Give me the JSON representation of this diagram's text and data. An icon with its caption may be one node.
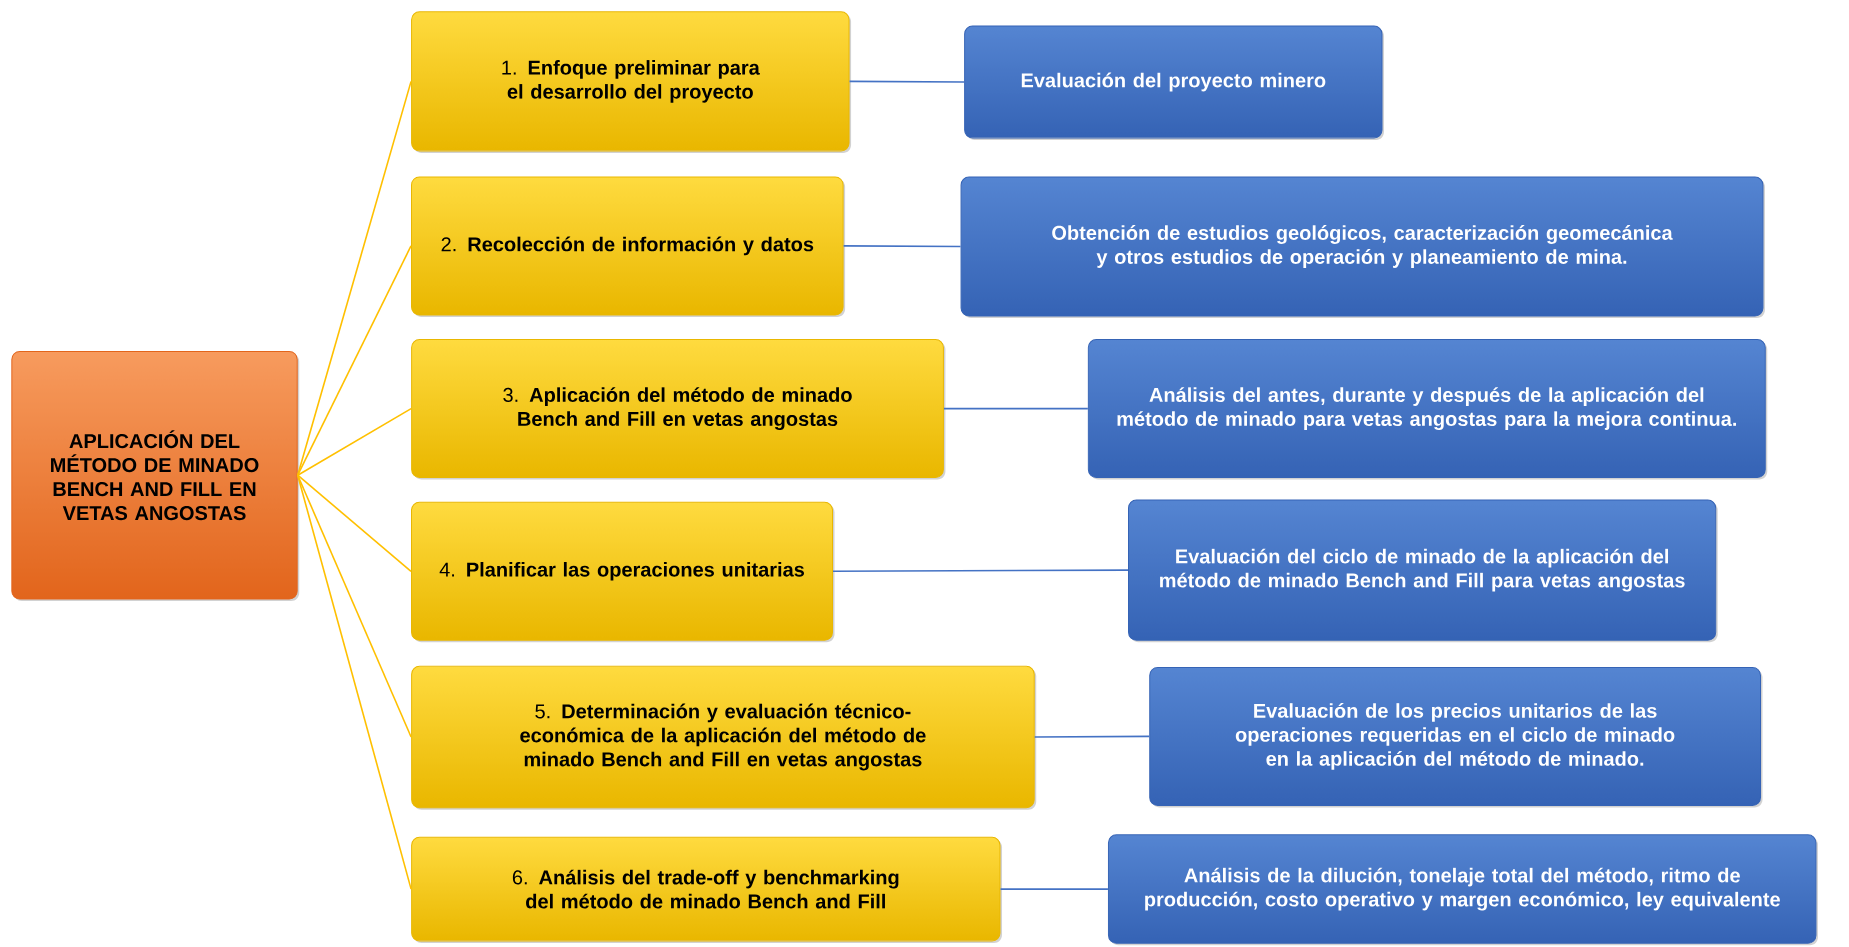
{
  "diagram": {
    "nodes": [
      {
        "text": [
          "APLICACIÓN DEL MÉTODO DE MINADO BENCH AND FILL EN VETAS ANGOSTAS"
        ]
      },
      {
        "text": [
          "1. **Enfoque preliminar para el desarrollo del proyecto**"
        ]
      },
      {
        "text": [
          "Evaluación del proyecto minero"
        ]
      },
      {
        "text": [
          "2. **Recolección de información y datos**"
        ]
      },
      {
        "text": [
          "Obtención de estudios geológicos, caracterización geomecánica y otros estudios de operación y planeamiento de mina."
        ]
      },
      {
        "text": [
          "3. **Aplicación del método de minado Bench and Fill en vetas angostas**"
        ]
      },
      {
        "text": [
          "Análisis del antes, durante y después de la aplicación del método de minado para vetas angostas para la mejora continua."
        ]
      },
      {
        "text": [
          "4. **Planificar las operaciones unitarias**"
        ]
      },
      {
        "text": [
          "Evaluación del ciclo de minado de la aplicación del método de minado Bench and Fill para vetas angostas"
        ]
      },
      {
        "text": [
          "5. **Determinación y evaluación técnico-económica de la  aplicación del método de minado Bench and Fill en vetas angostas**"
        ]
      },
      {
        "text": [
          "Evaluación de los precios unitarios de las operaciones requeridas en el ciclo de minado en la aplicación del método de minado."
        ]
      },
      {
        "text": [
          "6. **Análisis del trade-off y benchmarking  del método de minado Bench and Fill**"
        ]
      },
      {
        "text": [
          "Análisis de la dilución, tonelaje total del método, ritmo de producción, costo operativo y margen económico, ley equivalente"
        ]
      }
    ],
    "edges": [
      {
        "from": 0,
        "to": 1,
        "arrow": "none",
        "color": "#ffc000"
      },
      {
        "from": 0,
        "to": 3,
        "arrow": "none",
        "color": "#ffc000"
      },
      {
        "from": 0,
        "to": 5,
        "arrow": "none",
        "color": "#ffc000"
      },
      {
        "from": 0,
        "to": 7,
        "arrow": "none",
        "color": "#ffc000"
      },
      {
        "from": 0,
        "to": 9,
        "arrow": "none",
        "color": "#ffc000"
      },
      {
        "from": 0,
        "to": 11,
        "arrow": "none",
        "color": "#ffc000"
      },
      {
        "from": 1,
        "to": 2,
        "arrow": "none",
        "color": "#4472c4"
      },
      {
        "from": 3,
        "to": 4,
        "arrow": "none",
        "color": "#4472c4"
      },
      {
        "from": 5,
        "to": 6,
        "arrow": "none",
        "color": "#4472c4"
      },
      {
        "from": 7,
        "to": 8,
        "arrow": "none",
        "color": "#4472c4"
      },
      {
        "from": 9,
        "to": 10,
        "arrow": "none",
        "color": "#4472c4"
      },
      {
        "from": 11,
        "to": 12,
        "arrow": "none",
        "color": "#4472c4"
      }
    ]
  }
}
